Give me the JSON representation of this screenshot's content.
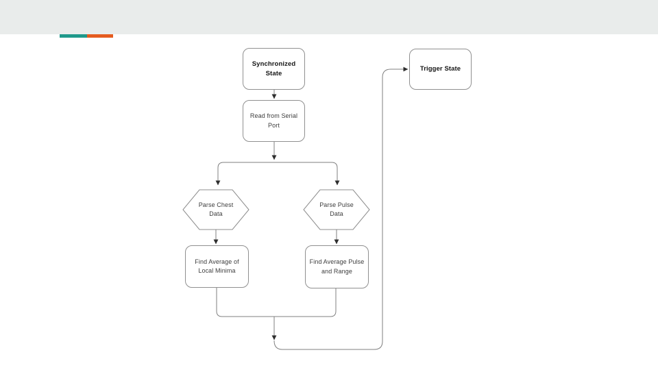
{
  "slide": {
    "background": "#ffffff",
    "header_bar_color": "#e9eceb",
    "accent_bars": {
      "teal": "#1f998b",
      "orange": "#e55c1f"
    }
  },
  "flowchart": {
    "stroke_color": "#7f7f7f",
    "arrowhead_color": "#2e2e2e",
    "node_border_color": "#8f8f8f",
    "nodes": {
      "synchronized_state": {
        "label": "Synchronized\nState",
        "shape": "rounded-rect",
        "emphasis": "bold"
      },
      "read_from_serial_port": {
        "label": "Read from Serial\nPort",
        "shape": "rounded-rect",
        "emphasis": "normal"
      },
      "parse_chest_data": {
        "label": "Parse Chest\nData",
        "shape": "hexagon",
        "emphasis": "normal"
      },
      "parse_pulse_data": {
        "label": "Parse Pulse\nData",
        "shape": "hexagon",
        "emphasis": "normal"
      },
      "find_average_local_minima": {
        "label": "Find Average of\nLocal Minima",
        "shape": "rounded-rect",
        "emphasis": "normal"
      },
      "find_average_pulse_range": {
        "label": "Find Average Pulse\nand Range",
        "shape": "rounded-rect",
        "emphasis": "normal"
      },
      "trigger_state": {
        "label": "Trigger State",
        "shape": "rounded-rect",
        "emphasis": "bold"
      }
    },
    "edges": [
      "synchronized_state -> read_from_serial_port",
      "read_from_serial_port -> parse_chest_data",
      "read_from_serial_port -> parse_pulse_data",
      "parse_chest_data -> find_average_local_minima",
      "parse_pulse_data -> find_average_pulse_range",
      "find_average_local_minima -> join",
      "find_average_pulse_range -> join",
      "join -> trigger_state"
    ]
  }
}
